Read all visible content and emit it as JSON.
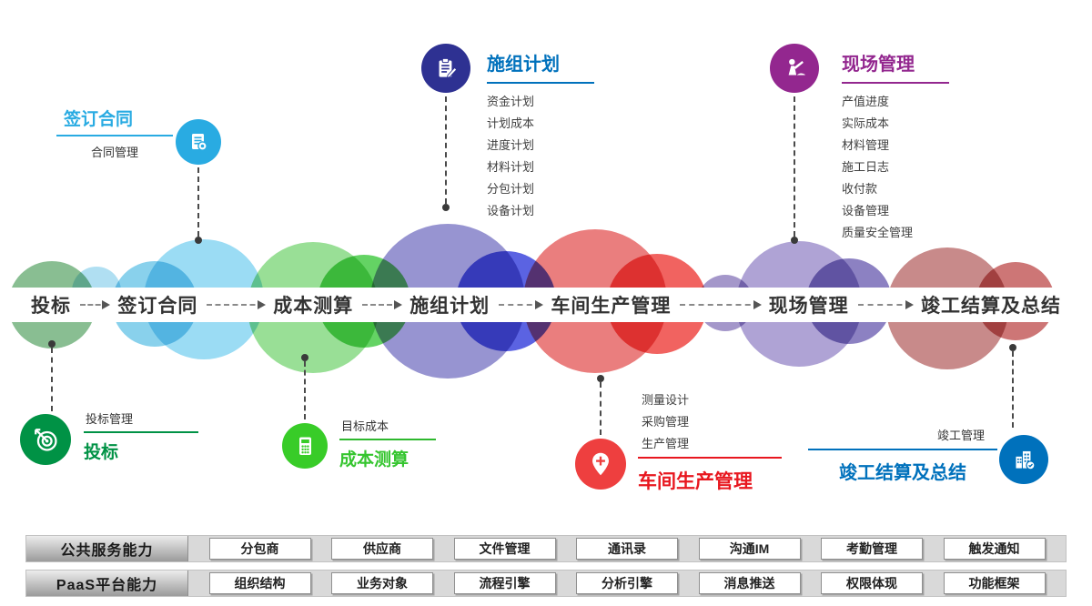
{
  "colors": {
    "contract_accent": "#29abe2",
    "plan_accent": "#0071bc",
    "plan_icon_bg": "#2e3192",
    "site_accent": "#93278f",
    "bid_accent": "#009245",
    "cost_accent": "#35c52f",
    "workshop_accent": "#e8171f",
    "completion_accent": "#0071bc",
    "timeline_text": "#333333"
  },
  "timeline": {
    "stages": [
      {
        "key": "bid",
        "label": "投标"
      },
      {
        "key": "contract",
        "label": "签订合同"
      },
      {
        "key": "cost",
        "label": "成本测算"
      },
      {
        "key": "plan",
        "label": "施组计划"
      },
      {
        "key": "workshop",
        "label": "车间生产管理"
      },
      {
        "key": "site",
        "label": "现场管理"
      },
      {
        "key": "completion",
        "label": "竣工结算及总结"
      }
    ]
  },
  "callouts": {
    "contract": {
      "title": "签订合同",
      "subtitle": "合同管理"
    },
    "plan": {
      "title": "施组计划",
      "items": [
        "资金计划",
        "计划成本",
        "进度计划",
        "材料计划",
        "分包计划",
        "设备计划"
      ]
    },
    "site": {
      "title": "现场管理",
      "items": [
        "产值进度",
        "实际成本",
        "材料管理",
        "施工日志",
        "收付款",
        "设备管理",
        "质量安全管理"
      ]
    },
    "bid": {
      "title": "投标",
      "subtitle": "投标管理"
    },
    "cost": {
      "title": "成本测算",
      "subtitle": "目标成本"
    },
    "workshop": {
      "title": "车间生产管理",
      "items": [
        "测量设计",
        "采购管理",
        "生产管理"
      ]
    },
    "completion": {
      "title": "竣工结算及总结",
      "subtitle": "竣工管理"
    }
  },
  "capabilities": [
    {
      "header": "公共服务能力",
      "items": [
        "分包商",
        "供应商",
        "文件管理",
        "通讯录",
        "沟通IM",
        "考勤管理",
        "触发通知"
      ]
    },
    {
      "header": "PaaS平台能力",
      "items": [
        "组织结构",
        "业务对象",
        "流程引擎",
        "分析引擎",
        "消息推送",
        "权限体现",
        "功能框架"
      ]
    }
  ]
}
